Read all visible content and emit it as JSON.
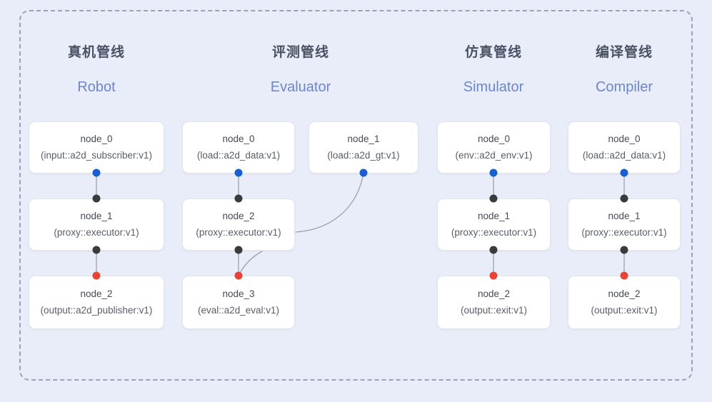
{
  "diagram": {
    "type": "pipeline-graph",
    "frame_style": "dashed-rounded",
    "background_color": "#e8edf9",
    "colors": {
      "blue_port": "#1a5fd0",
      "black_port": "#3b3b3b",
      "red_port": "#ea4335",
      "edge": "#9aa1ad",
      "heading_cn": "#4a5163",
      "heading_en": "#6d86c8",
      "node_bg": "#ffffff",
      "node_border": "#e2e5ec",
      "frame_border": "#9aa3b5"
    }
  },
  "columns": [
    {
      "id": "robot",
      "title_cn": "真机管线",
      "title_en": "Robot",
      "nodes": [
        {
          "id": "robot-n0",
          "name": "node_0",
          "spec": "(input::a2d_subscriber:v1)"
        },
        {
          "id": "robot-n1",
          "name": "node_1",
          "spec": "(proxy::executor:v1)"
        },
        {
          "id": "robot-n2",
          "name": "node_2",
          "spec": "(output::a2d_publisher:v1)"
        }
      ]
    },
    {
      "id": "evaluator",
      "title_cn": "评测管线",
      "title_en": "Evaluator",
      "nodes": [
        {
          "id": "eval-n0",
          "name": "node_0",
          "spec": "(load::a2d_data:v1)"
        },
        {
          "id": "eval-n1",
          "name": "node_1",
          "spec": "(load::a2d_gt:v1)"
        },
        {
          "id": "eval-n2",
          "name": "node_2",
          "spec": "(proxy::executor:v1)"
        },
        {
          "id": "eval-n3",
          "name": "node_3",
          "spec": "(eval::a2d_eval:v1)"
        }
      ]
    },
    {
      "id": "simulator",
      "title_cn": "仿真管线",
      "title_en": "Simulator",
      "nodes": [
        {
          "id": "sim-n0",
          "name": "node_0",
          "spec": "(env::a2d_env:v1)"
        },
        {
          "id": "sim-n1",
          "name": "node_1",
          "spec": "(proxy::executor:v1)"
        },
        {
          "id": "sim-n2",
          "name": "node_2",
          "spec": "(output::exit:v1)"
        }
      ]
    },
    {
      "id": "compiler",
      "title_cn": "编译管线",
      "title_en": "Compiler",
      "nodes": [
        {
          "id": "comp-n0",
          "name": "node_0",
          "spec": "(load::a2d_data:v1)"
        },
        {
          "id": "comp-n1",
          "name": "node_1",
          "spec": "(proxy::executor:v1)"
        },
        {
          "id": "comp-n2",
          "name": "node_2",
          "spec": "(output::exit:v1)"
        }
      ]
    }
  ]
}
